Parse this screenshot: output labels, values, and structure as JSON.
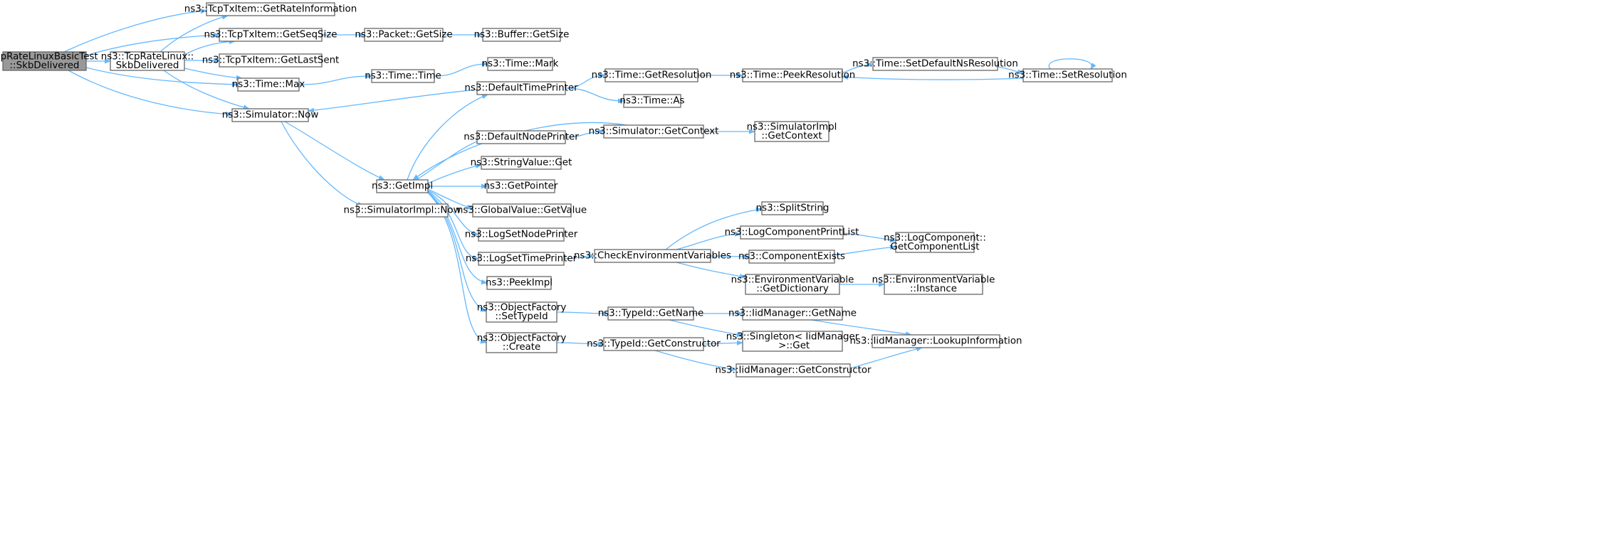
{
  "graph": {
    "nodes": [
      {
        "id": "root",
        "lines": [
          "TcpRateLinuxBasicTest",
          "::SkbDelivered"
        ],
        "root": true
      },
      {
        "id": "tcpRateLinuxSkb",
        "lines": [
          "ns3::TcpRateLinux::",
          "SkbDelivered"
        ]
      },
      {
        "id": "getRateInfo",
        "lines": [
          "ns3::TcpTxItem::GetRateInformation"
        ]
      },
      {
        "id": "getSeqSize",
        "lines": [
          "ns3::TcpTxItem::GetSeqSize"
        ]
      },
      {
        "id": "getLastSent",
        "lines": [
          "ns3::TcpTxItem::GetLastSent"
        ]
      },
      {
        "id": "timeMax",
        "lines": [
          "ns3::Time::Max"
        ]
      },
      {
        "id": "simNow",
        "lines": [
          "ns3::Simulator::Now"
        ]
      },
      {
        "id": "packetGetSize",
        "lines": [
          "ns3::Packet::GetSize"
        ]
      },
      {
        "id": "bufferGetSize",
        "lines": [
          "ns3::Buffer::GetSize"
        ]
      },
      {
        "id": "timeTime",
        "lines": [
          "ns3::Time::Time"
        ]
      },
      {
        "id": "timeMark",
        "lines": [
          "ns3::Time::Mark"
        ]
      },
      {
        "id": "defaultTimePrinter",
        "lines": [
          "ns3::DefaultTimePrinter"
        ]
      },
      {
        "id": "getResolution",
        "lines": [
          "ns3::Time::GetResolution"
        ]
      },
      {
        "id": "peekResolution",
        "lines": [
          "ns3::Time::PeekResolution"
        ]
      },
      {
        "id": "setDefaultNsRes",
        "lines": [
          "ns3::Time::SetDefaultNsResolution"
        ]
      },
      {
        "id": "setResolution",
        "lines": [
          "ns3::Time::SetResolution"
        ]
      },
      {
        "id": "timeAs",
        "lines": [
          "ns3::Time::As"
        ]
      },
      {
        "id": "getImpl",
        "lines": [
          "ns3::GetImpl"
        ]
      },
      {
        "id": "simImplNow",
        "lines": [
          "ns3::SimulatorImpl::Now"
        ]
      },
      {
        "id": "defaultNodePrinter",
        "lines": [
          "ns3::DefaultNodePrinter"
        ]
      },
      {
        "id": "simGetContext",
        "lines": [
          "ns3::Simulator::GetContext"
        ]
      },
      {
        "id": "simImplGetContext",
        "lines": [
          "ns3::SimulatorImpl",
          "::GetContext"
        ]
      },
      {
        "id": "stringValueGet",
        "lines": [
          "ns3::StringValue::Get"
        ]
      },
      {
        "id": "getPointer",
        "lines": [
          "ns3::GetPointer"
        ]
      },
      {
        "id": "globalValueGet",
        "lines": [
          "ns3::GlobalValue::GetValue"
        ]
      },
      {
        "id": "logSetNodePrinter",
        "lines": [
          "ns3::LogSetNodePrinter"
        ]
      },
      {
        "id": "logSetTimePrinter",
        "lines": [
          "ns3::LogSetTimePrinter"
        ]
      },
      {
        "id": "checkEnvVars",
        "lines": [
          "ns3::CheckEnvironmentVariables"
        ]
      },
      {
        "id": "splitString",
        "lines": [
          "ns3::SplitString"
        ]
      },
      {
        "id": "logCompPrintList",
        "lines": [
          "ns3::LogComponentPrintList"
        ]
      },
      {
        "id": "componentExists",
        "lines": [
          "ns3::ComponentExists"
        ]
      },
      {
        "id": "logCompGetList",
        "lines": [
          "ns3::LogComponent::",
          "GetComponentList"
        ]
      },
      {
        "id": "envVarGetDict",
        "lines": [
          "ns3::EnvironmentVariable",
          "::GetDictionary"
        ]
      },
      {
        "id": "envVarInstance",
        "lines": [
          "ns3::EnvironmentVariable",
          "::Instance"
        ]
      },
      {
        "id": "peekImpl",
        "lines": [
          "ns3::PeekImpl"
        ]
      },
      {
        "id": "objFactorySetTypeId",
        "lines": [
          "ns3::ObjectFactory",
          "::SetTypeId"
        ]
      },
      {
        "id": "typeIdGetName",
        "lines": [
          "ns3::TypeId::GetName"
        ]
      },
      {
        "id": "iidManagerGetName",
        "lines": [
          "ns3::IidManager::GetName"
        ]
      },
      {
        "id": "singletonGet",
        "lines": [
          "ns3::Singleton< IidManager",
          " >::Get"
        ]
      },
      {
        "id": "iidLookupInfo",
        "lines": [
          "ns3::IidManager::LookupInformation"
        ]
      },
      {
        "id": "objFactoryCreate",
        "lines": [
          "ns3::ObjectFactory",
          "::Create"
        ]
      },
      {
        "id": "typeIdGetConstructor",
        "lines": [
          "ns3::TypeId::GetConstructor"
        ]
      },
      {
        "id": "iidGetConstructor",
        "lines": [
          "ns3::IidManager::GetConstructor"
        ]
      }
    ],
    "edges": [
      {
        "from": "root",
        "to": "getRateInfo"
      },
      {
        "from": "root",
        "to": "getSeqSize"
      },
      {
        "from": "root",
        "to": "tcpRateLinuxSkb"
      },
      {
        "from": "root",
        "to": "timeMax"
      },
      {
        "from": "root",
        "to": "simNow"
      },
      {
        "from": "tcpRateLinuxSkb",
        "to": "getRateInfo"
      },
      {
        "from": "tcpRateLinuxSkb",
        "to": "getSeqSize"
      },
      {
        "from": "tcpRateLinuxSkb",
        "to": "getLastSent"
      },
      {
        "from": "tcpRateLinuxSkb",
        "to": "timeMax"
      },
      {
        "from": "tcpRateLinuxSkb",
        "to": "simNow"
      },
      {
        "from": "getSeqSize",
        "to": "packetGetSize"
      },
      {
        "from": "packetGetSize",
        "to": "bufferGetSize"
      },
      {
        "from": "timeMax",
        "to": "timeTime"
      },
      {
        "from": "timeTime",
        "to": "timeMark"
      },
      {
        "from": "simNow",
        "to": "getImpl"
      },
      {
        "from": "simNow",
        "to": "simImplNow"
      },
      {
        "from": "defaultTimePrinter",
        "to": "simNow"
      },
      {
        "from": "defaultTimePrinter",
        "to": "getResolution"
      },
      {
        "from": "defaultTimePrinter",
        "to": "timeAs"
      },
      {
        "from": "getResolution",
        "to": "peekResolution"
      },
      {
        "from": "peekResolution",
        "to": "setDefaultNsRes"
      },
      {
        "from": "setDefaultNsRes",
        "to": "setResolution"
      },
      {
        "from": "setResolution",
        "to": "peekResolution"
      },
      {
        "from": "setResolution",
        "to": "setResolution"
      },
      {
        "from": "getImpl",
        "to": "defaultTimePrinter"
      },
      {
        "from": "simGetContext",
        "to": "getImpl"
      },
      {
        "from": "getImpl",
        "to": "defaultNodePrinter"
      },
      {
        "from": "defaultNodePrinter",
        "to": "simGetContext"
      },
      {
        "from": "simGetContext",
        "to": "simImplGetContext"
      },
      {
        "from": "getImpl",
        "to": "stringValueGet"
      },
      {
        "from": "getImpl",
        "to": "getPointer"
      },
      {
        "from": "getImpl",
        "to": "globalValueGet"
      },
      {
        "from": "getImpl",
        "to": "logSetNodePrinter"
      },
      {
        "from": "getImpl",
        "to": "logSetTimePrinter"
      },
      {
        "from": "getImpl",
        "to": "peekImpl"
      },
      {
        "from": "getImpl",
        "to": "objFactorySetTypeId"
      },
      {
        "from": "getImpl",
        "to": "objFactoryCreate"
      },
      {
        "from": "logSetTimePrinter",
        "to": "checkEnvVars"
      },
      {
        "from": "checkEnvVars",
        "to": "splitString"
      },
      {
        "from": "checkEnvVars",
        "to": "logCompPrintList"
      },
      {
        "from": "checkEnvVars",
        "to": "componentExists"
      },
      {
        "from": "checkEnvVars",
        "to": "envVarGetDict"
      },
      {
        "from": "logCompPrintList",
        "to": "logCompGetList"
      },
      {
        "from": "componentExists",
        "to": "logCompGetList"
      },
      {
        "from": "envVarGetDict",
        "to": "envVarInstance"
      },
      {
        "from": "objFactorySetTypeId",
        "to": "typeIdGetName"
      },
      {
        "from": "typeIdGetName",
        "to": "iidManagerGetName"
      },
      {
        "from": "typeIdGetName",
        "to": "singletonGet"
      },
      {
        "from": "iidManagerGetName",
        "to": "iidLookupInfo"
      },
      {
        "from": "objFactoryCreate",
        "to": "typeIdGetConstructor"
      },
      {
        "from": "typeIdGetConstructor",
        "to": "singletonGet"
      },
      {
        "from": "typeIdGetConstructor",
        "to": "iidGetConstructor"
      },
      {
        "from": "iidGetConstructor",
        "to": "iidLookupInfo"
      }
    ]
  }
}
